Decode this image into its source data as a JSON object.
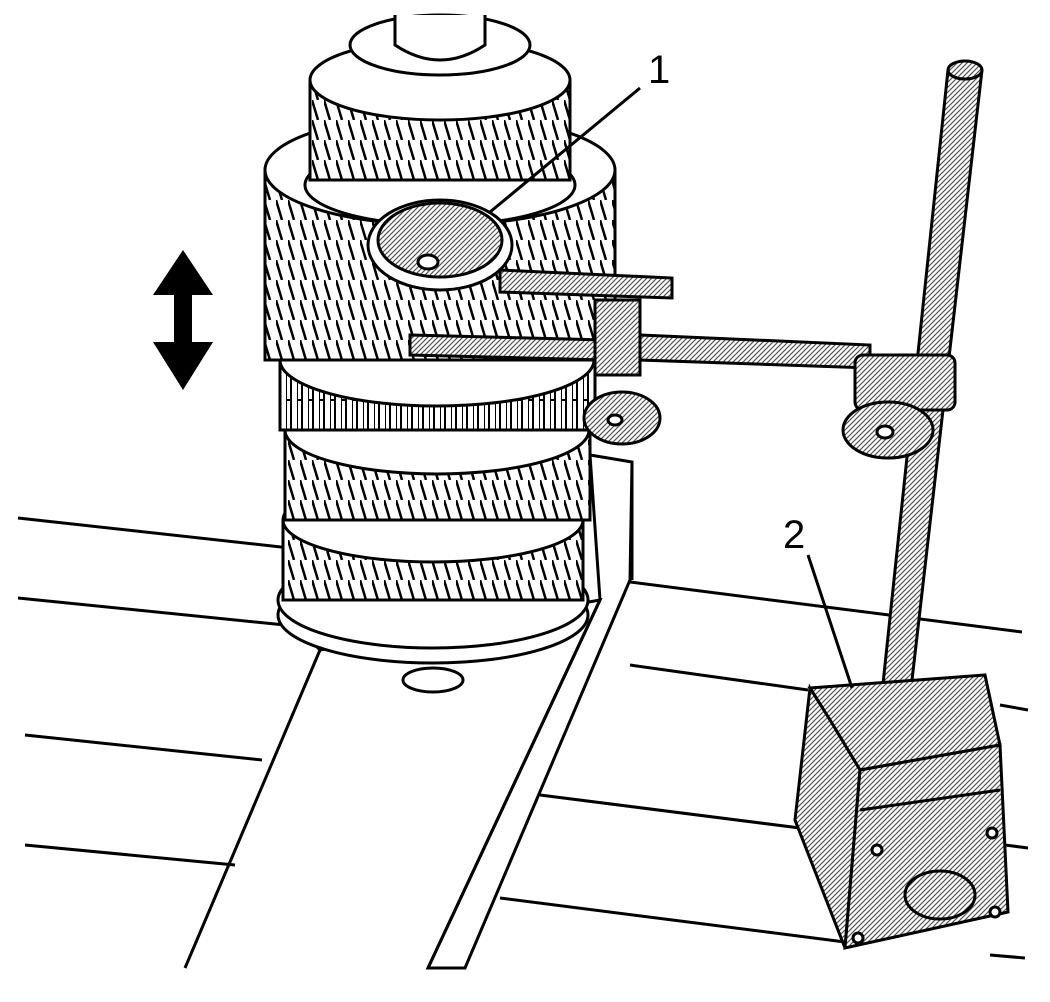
{
  "callouts": [
    {
      "id": "1",
      "label": "1",
      "part": "dial-indicator"
    },
    {
      "id": "2",
      "label": "2",
      "part": "magnetic-base"
    }
  ],
  "colors": {
    "ink": "#000000",
    "paper": "#ffffff",
    "hatch": "#8a8a8a"
  },
  "icons": {
    "travel_arrow": "double-headed-vertical-arrow-icon"
  }
}
